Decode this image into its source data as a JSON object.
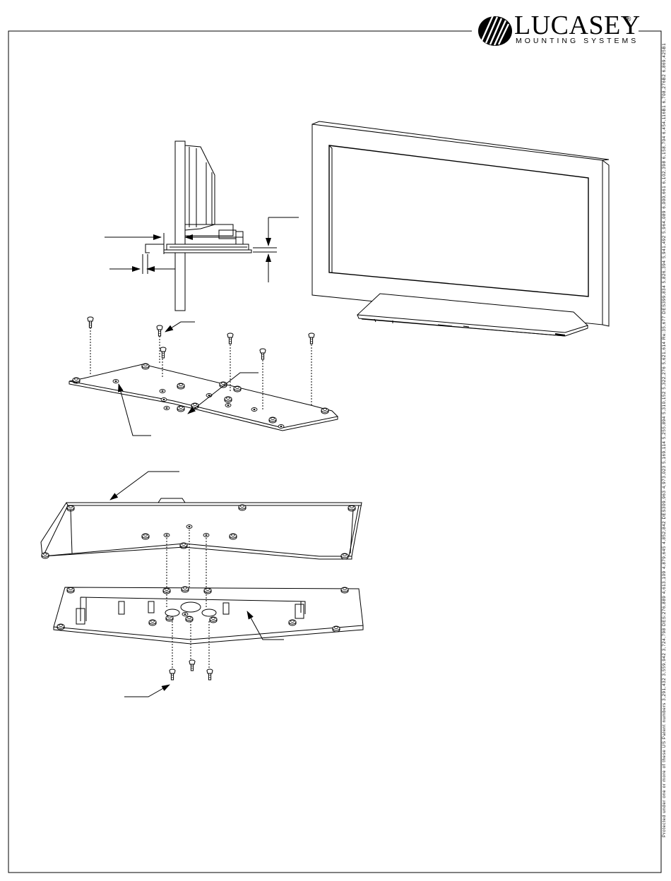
{
  "brand": {
    "name": "LUCASEY",
    "registered": "®",
    "tagline": "MOUNTING SYSTEMS"
  },
  "patent_notice": "Protected under one or more of these US Patent numbers 3,291,432 3,559,942 3,724,798 DES:276,889 4,613,109 4,879,645 4,852,842 DES309,963 4,973,023 5,169,114 5,255,894 5,310,152 5,322,276 5,621,614 Re:35,677 DES399,834 5,826,394 5,941,492 5,964,089 6,000,661 6,102,398 6,158,704 6,454,116B1 6,708,276B2 6,869,425B1",
  "colors": {
    "line": "#000000",
    "background": "#ffffff",
    "screen_fill": "#ffffff"
  },
  "icons": [
    "lucasey-logo-icon",
    "arrow-icon",
    "screw-icon"
  ]
}
